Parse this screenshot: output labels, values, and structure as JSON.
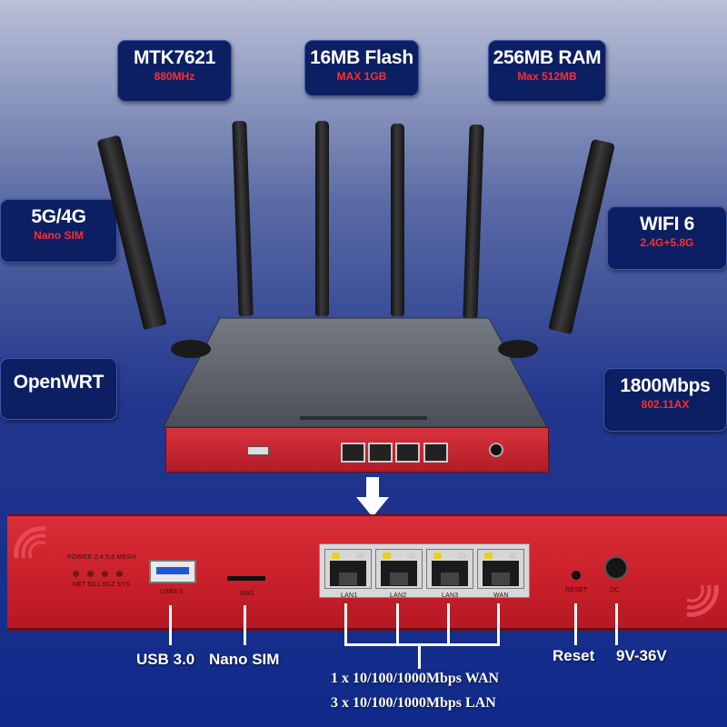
{
  "specs": {
    "cpu": {
      "title": "MTK7621",
      "sub": "880MHz"
    },
    "flash": {
      "title": "16MB Flash",
      "sub": "MAX 1GB"
    },
    "ram": {
      "title": "256MB RAM",
      "sub": "Max 512MB"
    },
    "cellular": {
      "title": "5G/4G",
      "sub": "Nano SIM"
    },
    "wifi": {
      "title": "WIFI 6",
      "sub": "2.4G+5.8G"
    },
    "os": {
      "title": "OpenWRT"
    },
    "speed": {
      "title": "1800Mbps",
      "sub": "802.11AX"
    }
  },
  "panel": {
    "led_labels_top": "POWER 2.4  5.8  MESH",
    "led_labels_bottom": "NET  5G1  5G2  SYS",
    "usb_port_label": "USB3.0",
    "sim_slot_label": "SIM1",
    "ports": [
      "LAN1",
      "LAN2",
      "LAN3",
      "WAN"
    ],
    "reset_label": "RESET",
    "dc_label": "DC"
  },
  "callouts": {
    "usb": "USB 3.0",
    "sim": "Nano SIM",
    "wan": "1 x 10/100/1000Mbps WAN",
    "lan": "3 x 10/100/1000Mbps LAN",
    "reset": "Reset",
    "power": "9V-36V"
  },
  "colors": {
    "accent_red": "#ff2d2d",
    "badge_bg": "#0c1f63",
    "device_red": "#c81f2a"
  }
}
